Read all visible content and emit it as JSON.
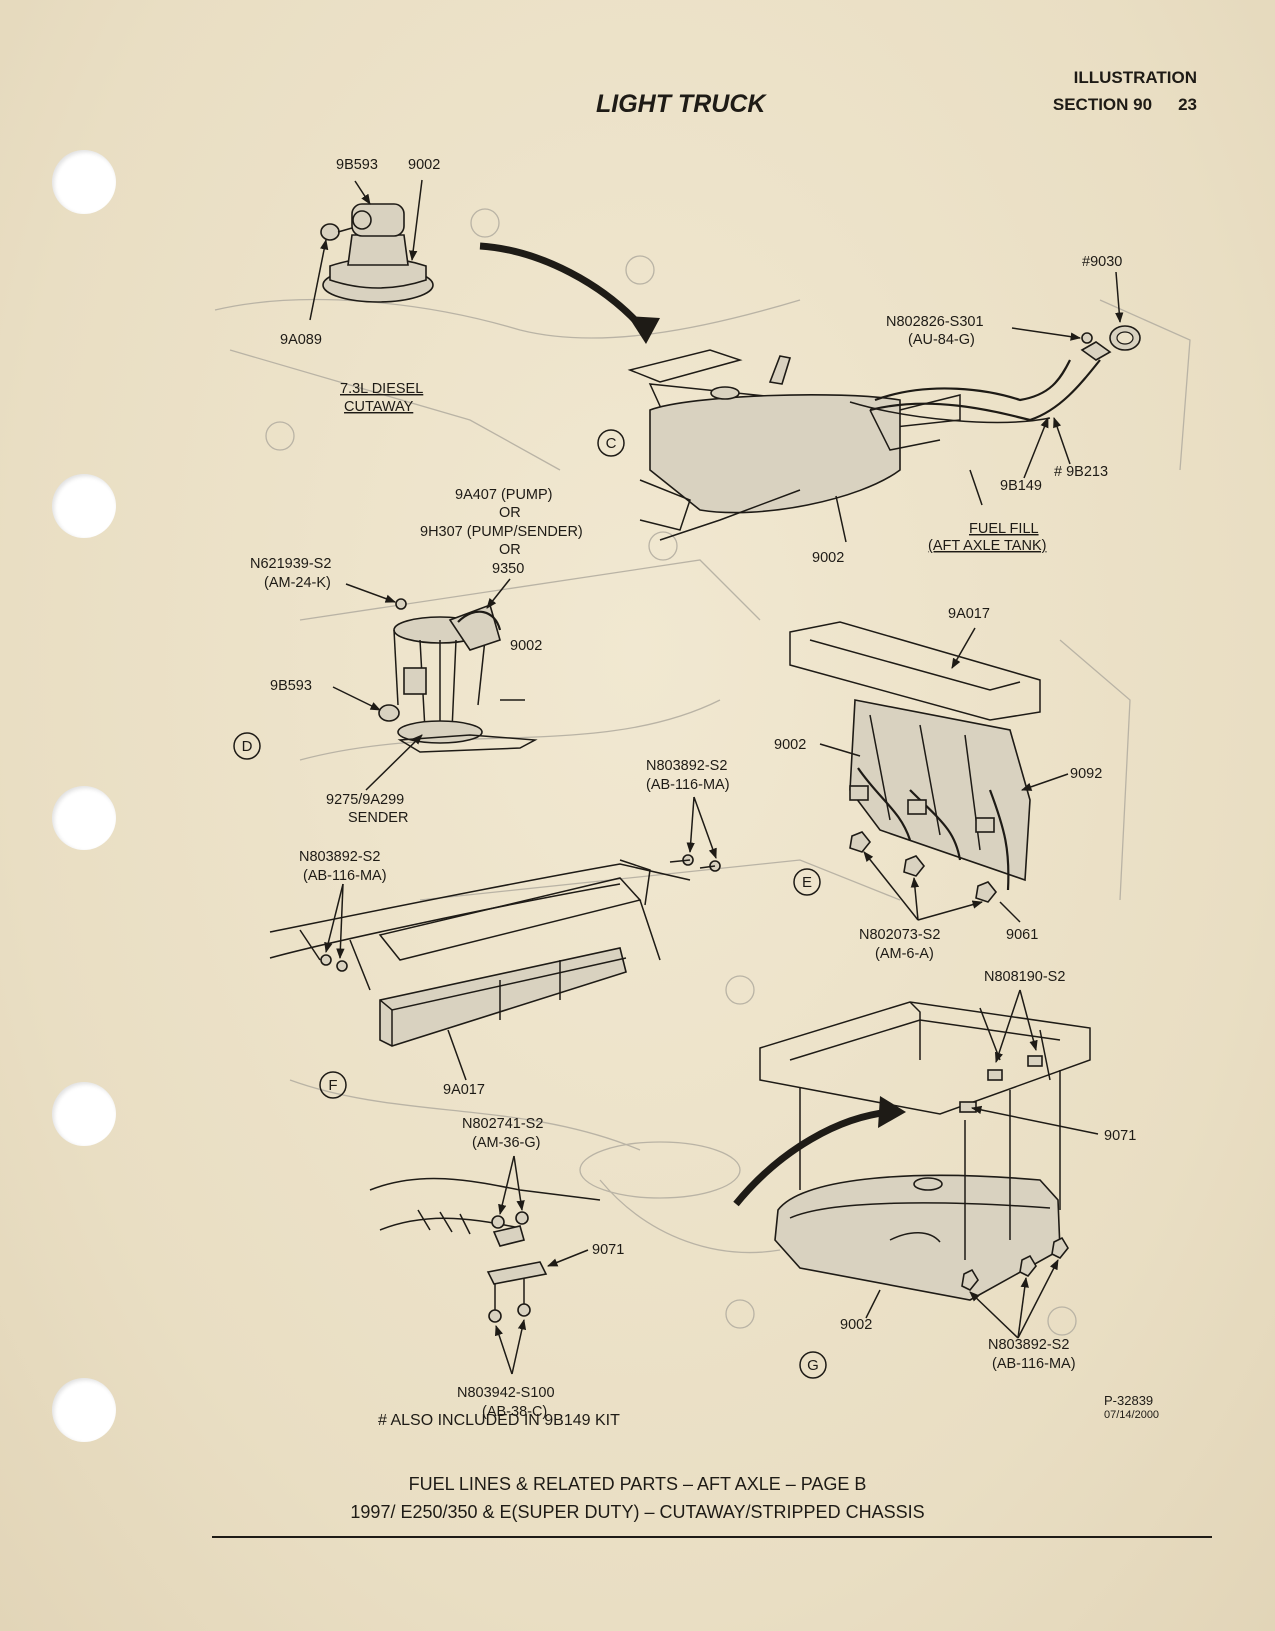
{
  "header": {
    "category": "ILLUSTRATION",
    "section": "SECTION 90",
    "page_number": "23",
    "title": "LIGHT TRUCK"
  },
  "views": {
    "C": {
      "callout": "C",
      "labels": {
        "pump_top": "9B593",
        "pump_tank": "9002",
        "pump_side": "9A089",
        "cutaway_line1": "7.3L DIESEL",
        "cutaway_line2": "CUTAWAY",
        "cap": "#9030",
        "screw_line1": "N802826-S301",
        "screw_line2": "(AU-84-G)",
        "hose": "9B149",
        "pipe": "# 9B213",
        "tank": "9002",
        "fill_line1": "FUEL FILL",
        "fill_line2": "(AFT AXLE TANK)"
      }
    },
    "D": {
      "callout": "D",
      "labels": {
        "opt1": "9A407 (PUMP)",
        "or1": "OR",
        "opt2": "9H307 (PUMP/SENDER)",
        "or2": "OR",
        "opt3": "9350",
        "nut_line1": "N621939-S2",
        "nut_line2": "(AM-24-K)",
        "tank": "9002",
        "valve": "9B593",
        "sender_line1": "9275/9A299",
        "sender_line2": "SENDER"
      }
    },
    "E": {
      "callout": "E",
      "labels": {
        "crossmember": "9A017",
        "tank": "9002",
        "strap": "9092",
        "bolt_line1": "N803892-S2",
        "bolt_line2": "(AB-116-MA)",
        "nut_line1": "N802073-S2",
        "nut_line2": "(AM-6-A)",
        "bracket": "9061"
      }
    },
    "F": {
      "callout": "F",
      "labels": {
        "bolt_line1": "N803892-S2",
        "bolt_line2": "(AB-116-MA)",
        "crossmember": "9A017"
      }
    },
    "G": {
      "callout": "G",
      "labels": {
        "nut_top_line1": "N808190-S2",
        "bracket_right": "9071",
        "nut_left_line1": "N802741-S2",
        "nut_left_line2": "(AM-36-G)",
        "bracket_left": "9071",
        "bolt_left_line1": "N803942-S100",
        "bolt_left_line2": "(AB-38-C)",
        "tank": "9002",
        "bolt_right_line1": "N803892-S2",
        "bolt_right_line2": "(AB-116-MA)"
      }
    }
  },
  "footnote": "#  ALSO INCLUDED IN 9B149 KIT",
  "drawing_number": "P-32839",
  "drawing_date": "07/14/2000",
  "footer": {
    "line1": "FUEL LINES & RELATED PARTS – AFT AXLE – PAGE B",
    "line2": "1997/ E250/350 & E(SUPER DUTY) – CUTAWAY/STRIPPED CHASSIS"
  }
}
